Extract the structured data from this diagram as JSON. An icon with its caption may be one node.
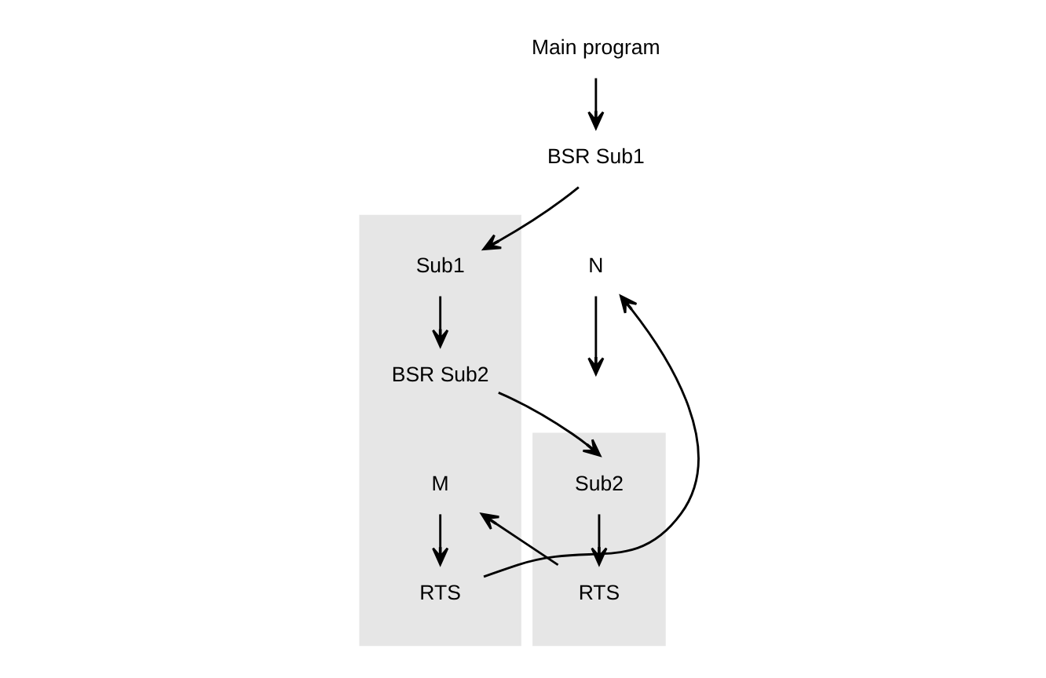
{
  "diagram": {
    "nodes": [
      {
        "text": [
          "Main program"
        ]
      },
      {
        "text": [
          "BSR Sub1"
        ]
      },
      {
        "text": [
          "N"
        ]
      },
      {
        "text": [],
        "shape": "box"
      },
      {
        "text": [
          "Sub1"
        ],
        "in": 3
      },
      {
        "text": [
          "BSR Sub2"
        ],
        "in": 3
      },
      {
        "text": [
          "M"
        ],
        "in": 3
      },
      {
        "text": [
          "RTS"
        ],
        "in": 3
      },
      {
        "text": [],
        "shape": "box"
      },
      {
        "text": [
          "Sub2"
        ],
        "in": 8
      },
      {
        "text": [
          "RTS"
        ],
        "in": 8
      }
    ],
    "edges": [
      {
        "from": 0,
        "to": 1,
        "arrow": "to"
      },
      {
        "from": 1,
        "to": 4,
        "arrow": "to"
      },
      {
        "from": 4,
        "to": 5,
        "arrow": "to"
      },
      {
        "from": 5,
        "to": 9,
        "arrow": "to"
      },
      {
        "from": 9,
        "to": 10,
        "arrow": "to"
      },
      {
        "from": 10,
        "to": 6,
        "arrow": "to"
      },
      {
        "from": 6,
        "to": 7,
        "arrow": "to"
      },
      {
        "from": 7,
        "to": 2,
        "arrow": "to"
      },
      {
        "from": 2,
        "to": null,
        "arrow": "to"
      }
    ]
  }
}
